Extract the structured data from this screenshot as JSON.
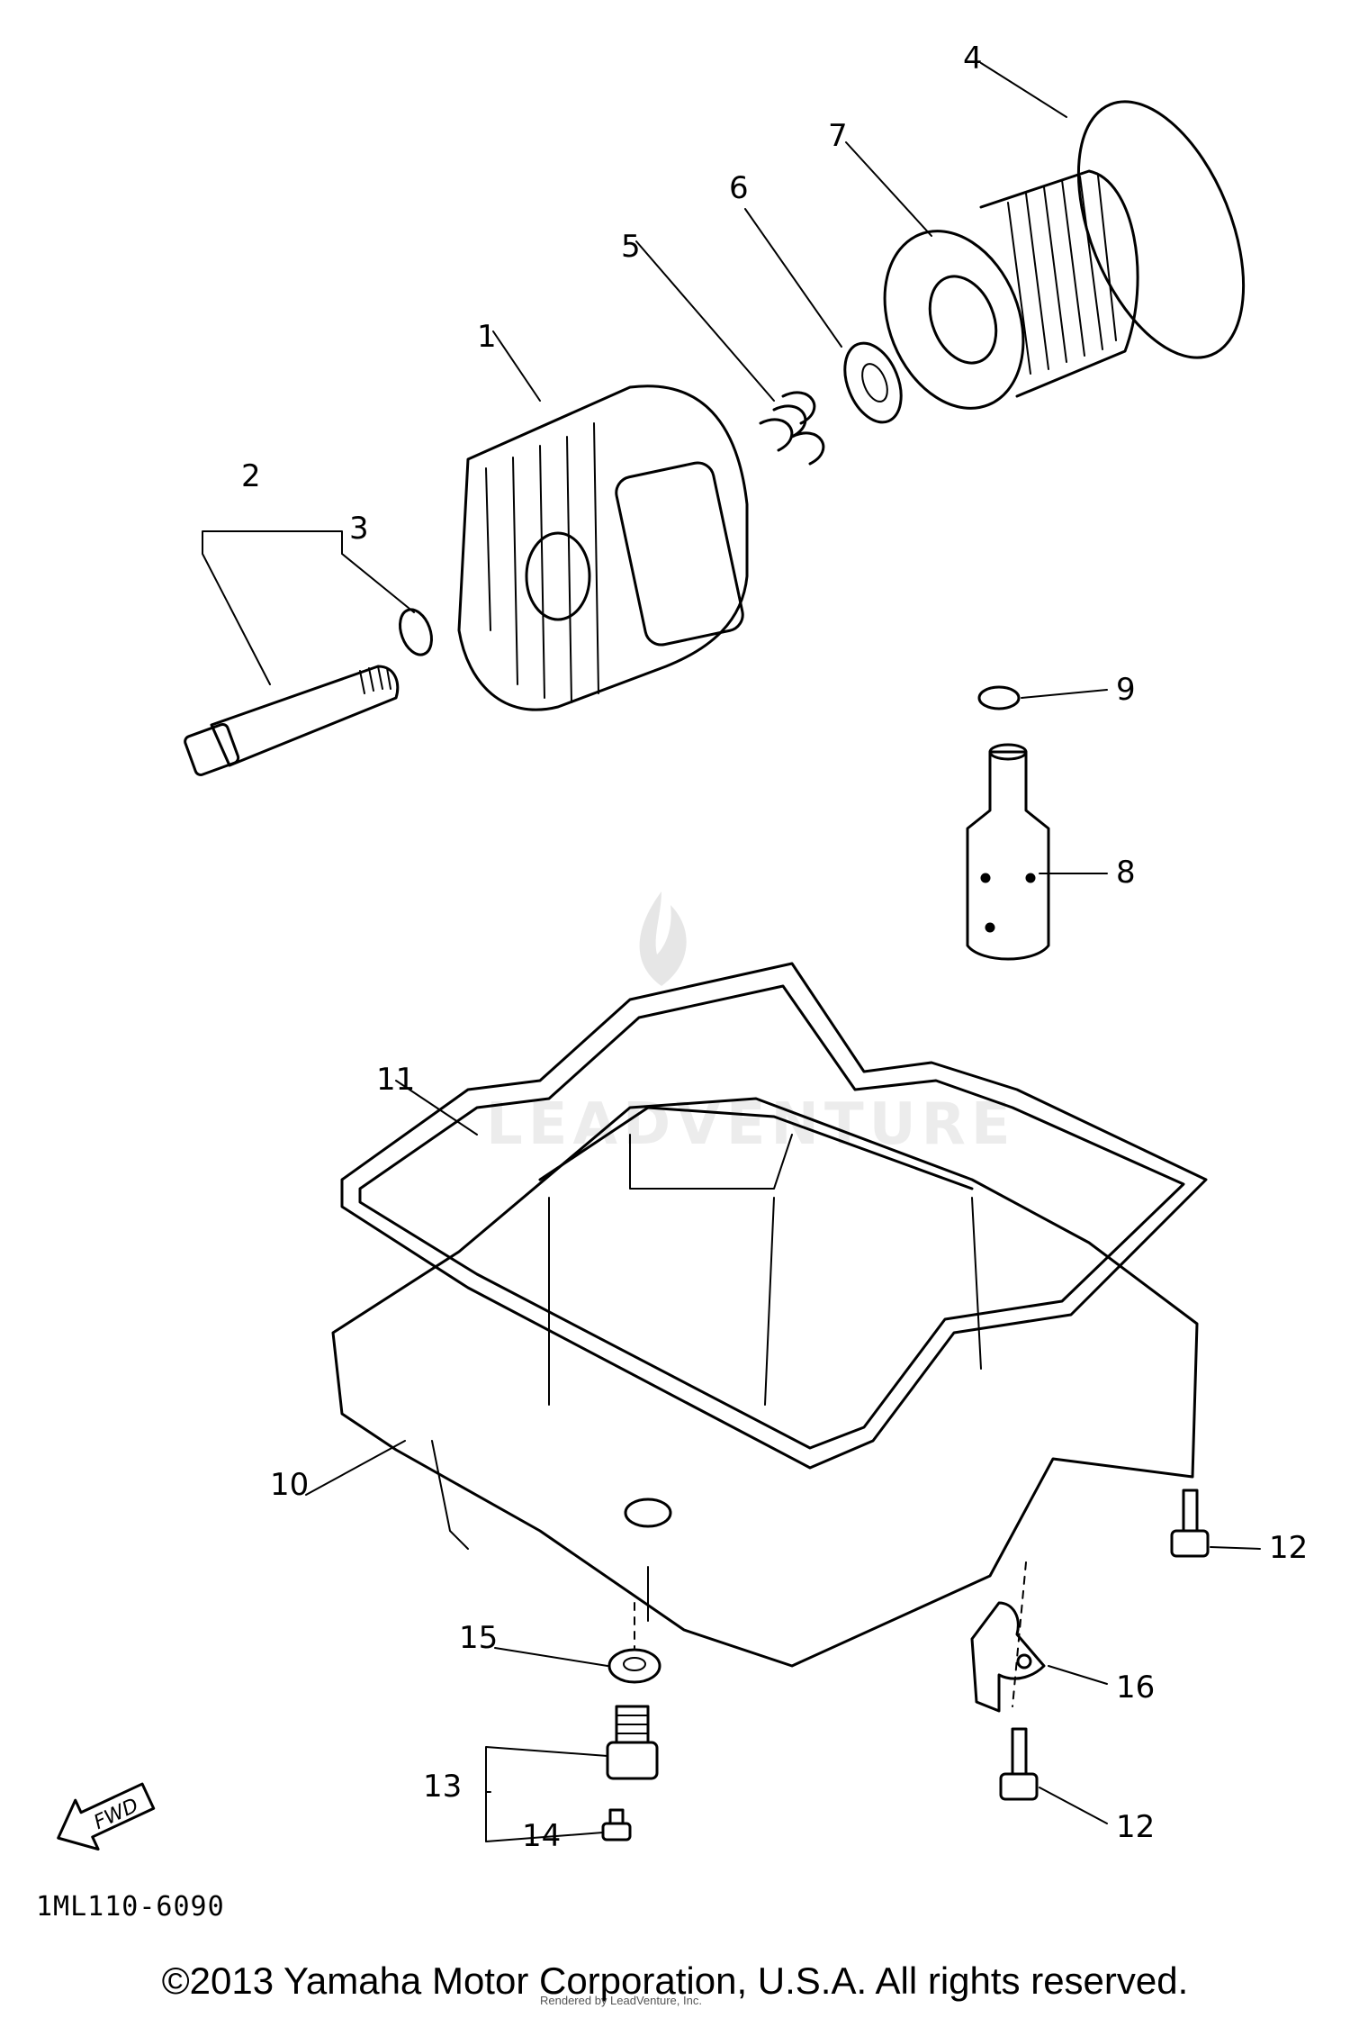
{
  "callouts": {
    "c1": "1",
    "c2": "2",
    "c3": "3",
    "c4": "4",
    "c5": "5",
    "c6": "6",
    "c7": "7",
    "c8": "8",
    "c9": "9",
    "c10": "10",
    "c11": "11",
    "c12a": "12",
    "c12b": "12",
    "c13": "13",
    "c14": "14",
    "c15": "15",
    "c16": "16"
  },
  "fwd_label": "FWD",
  "diagram_code": "1ML110-6090",
  "copyright": "©2013 Yamaha Motor Corporation, U.S.A. All rights reserved.",
  "watermark": "LEADVENTURE",
  "attribution": "Rendered by LeadVenture, Inc."
}
